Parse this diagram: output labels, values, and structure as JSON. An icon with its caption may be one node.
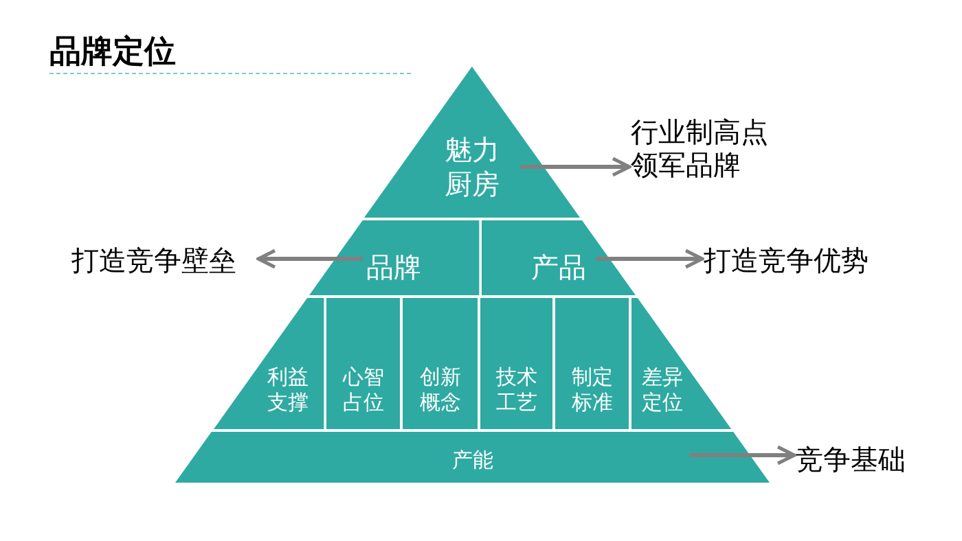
{
  "diagram": {
    "title": "品牌定位",
    "nodes": [
      {
        "text": [
          "魅力厨房"
        ]
      },
      {
        "text": [
          "品牌"
        ]
      },
      {
        "text": [
          "产品"
        ]
      },
      {
        "text": [
          "利益支撑"
        ]
      },
      {
        "text": [
          "心智占位"
        ]
      },
      {
        "text": [
          "创新概念"
        ]
      },
      {
        "text": [
          "技术工艺"
        ]
      },
      {
        "text": [
          "制定标准"
        ]
      },
      {
        "text": [
          "差异定位"
        ]
      },
      {
        "text": [
          "产能"
        ]
      },
      {
        "text": [
          "行业制高点领军品牌"
        ]
      },
      {
        "text": [
          "打造竞争壁垒"
        ]
      },
      {
        "text": [
          "打造竞争优势"
        ]
      },
      {
        "text": [
          "竞争基础"
        ]
      }
    ],
    "edges": [
      {
        "from": 0,
        "to": 10,
        "arrow": "to"
      },
      {
        "from": 1,
        "to": 11,
        "arrow": "to"
      },
      {
        "from": 2,
        "to": 12,
        "arrow": "to"
      },
      {
        "from": 9,
        "to": 13,
        "arrow": "to"
      }
    ]
  }
}
